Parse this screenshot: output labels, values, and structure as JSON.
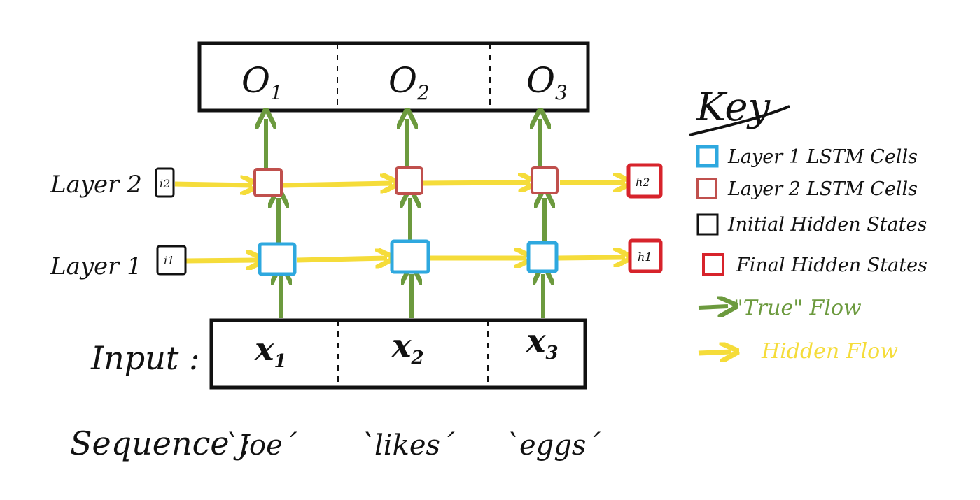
{
  "colors": {
    "ink": "#111111",
    "layer1_cell": "#2ea8df",
    "layer2_cell": "#c0504d",
    "initial_state": "#111111",
    "final_state": "#d7232b",
    "true_flow": "#6c9a3e",
    "hidden_flow": "#f5dc3a"
  },
  "output": {
    "cells": [
      {
        "base": "O",
        "sub": "1"
      },
      {
        "base": "O",
        "sub": "2"
      },
      {
        "base": "O",
        "sub": "3"
      }
    ]
  },
  "input": {
    "label": "Input :",
    "cells": [
      {
        "base": "x",
        "sub": "1"
      },
      {
        "base": "x",
        "sub": "2"
      },
      {
        "base": "x",
        "sub": "3"
      }
    ]
  },
  "layers": [
    {
      "label": "Layer 2",
      "initial": "i2",
      "final": "h2"
    },
    {
      "label": "Layer 1",
      "initial": "i1",
      "final": "h1"
    }
  ],
  "sequence": {
    "label": "Sequence :",
    "words": [
      "`Joe´",
      "`likes´",
      "`eggs´"
    ]
  },
  "key": {
    "title": "Key",
    "items": [
      {
        "kind": "box",
        "color": "layer1_cell",
        "text": "Layer 1 LSTM Cells"
      },
      {
        "kind": "box",
        "color": "layer2_cell",
        "text": "Layer 2 LSTM Cells"
      },
      {
        "kind": "box",
        "color": "initial_state",
        "text": "Initial Hidden States"
      },
      {
        "kind": "box",
        "color": "final_state",
        "text": "Final Hidden States"
      },
      {
        "kind": "arrow",
        "color": "true_flow",
        "text": "\"True\" Flow"
      },
      {
        "kind": "arrow",
        "color": "hidden_flow",
        "text": "Hidden Flow"
      }
    ]
  }
}
